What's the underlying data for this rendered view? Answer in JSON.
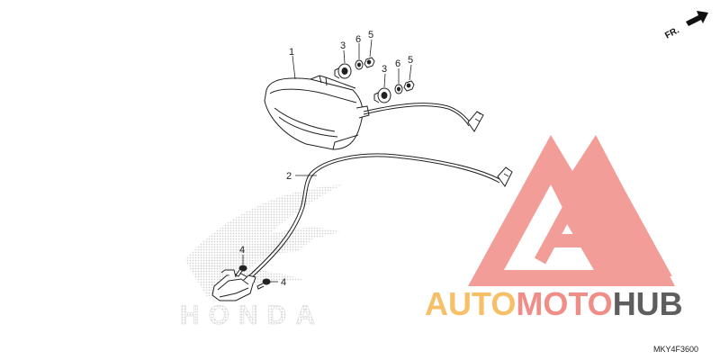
{
  "diagram": {
    "callouts": {
      "part1": "1",
      "part2": "2",
      "part3a": "3",
      "part3b": "3",
      "part4a": "4",
      "part4b": "4",
      "part5a": "5",
      "part5b": "5",
      "part6a": "6",
      "part6b": "6"
    },
    "front_indicator": "FR.",
    "diagram_code": "MKY4F3600"
  },
  "watermark": {
    "logo_text_part1": "AUTO",
    "logo_text_part2": "MOTO",
    "logo_text_part3": "HUB",
    "brand_text": "HONDA",
    "colors": {
      "red": "#f08d86",
      "orange": "#f7bf68",
      "dark": "#5e5e5e",
      "honda_dots": "#d8d8d8"
    }
  }
}
